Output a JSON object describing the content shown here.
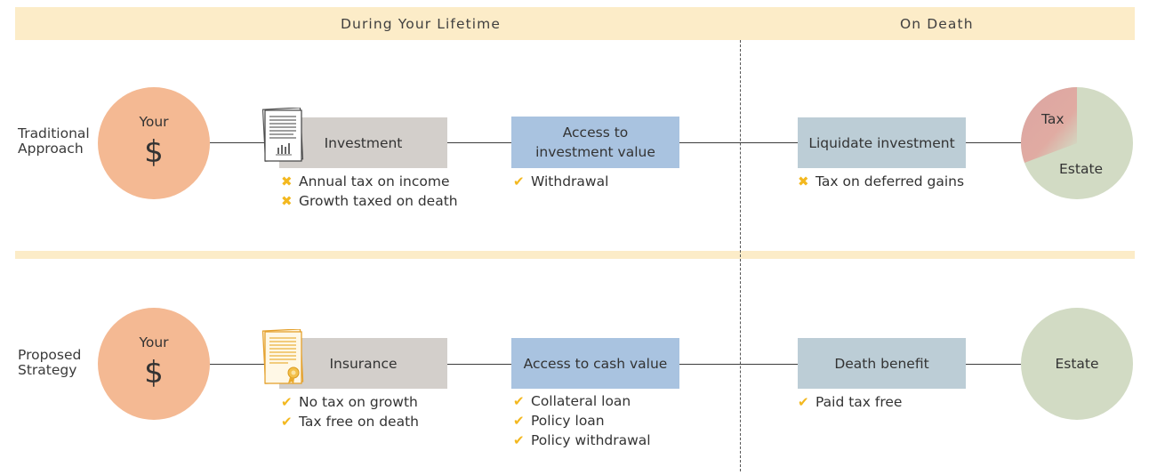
{
  "header": {
    "lifetime": "During Your Lifetime",
    "death": "On Death"
  },
  "colors": {
    "band": "#fcecc8",
    "your_circle": "#f4b993",
    "estate": "#d2dbc4",
    "tax": "#e3a9a2",
    "box_grey": "#d3cfcb",
    "box_blue": "#a9c3e0",
    "box_teal": "#bccdd6",
    "check": "#f3b81f"
  },
  "traditional": {
    "label": "Traditional\nApproach",
    "source": {
      "top": "Your",
      "symbol": "$"
    },
    "product": {
      "label": "Investment",
      "icon": "investment-document-icon",
      "notes": [
        {
          "mark": "cross",
          "text": "Annual tax on income"
        },
        {
          "mark": "cross",
          "text": "Growth taxed on death"
        }
      ]
    },
    "access": {
      "label": "Access to\ninvestment value",
      "notes": [
        {
          "mark": "check",
          "text": "Withdrawal"
        }
      ]
    },
    "death": {
      "label": "Liquidate investment",
      "notes": [
        {
          "mark": "cross",
          "text": "Tax on deferred gains"
        }
      ]
    },
    "outcome": {
      "tax_label": "Tax",
      "estate_label": "Estate"
    }
  },
  "proposed": {
    "label": "Proposed\nStrategy",
    "source": {
      "top": "Your",
      "symbol": "$"
    },
    "product": {
      "label": "Insurance",
      "icon": "insurance-policy-icon",
      "notes": [
        {
          "mark": "check",
          "text": "No tax on growth"
        },
        {
          "mark": "check",
          "text": "Tax free on death"
        }
      ]
    },
    "access": {
      "label": "Access to cash value",
      "notes": [
        {
          "mark": "check",
          "text": "Collateral loan"
        },
        {
          "mark": "check",
          "text": "Policy loan"
        },
        {
          "mark": "check",
          "text": "Policy withdrawal"
        }
      ]
    },
    "death": {
      "label": "Death benefit",
      "notes": [
        {
          "mark": "check",
          "text": "Paid tax free"
        }
      ]
    },
    "outcome": {
      "estate_label": "Estate"
    }
  },
  "marks": {
    "check": "✔",
    "cross": "✖"
  }
}
